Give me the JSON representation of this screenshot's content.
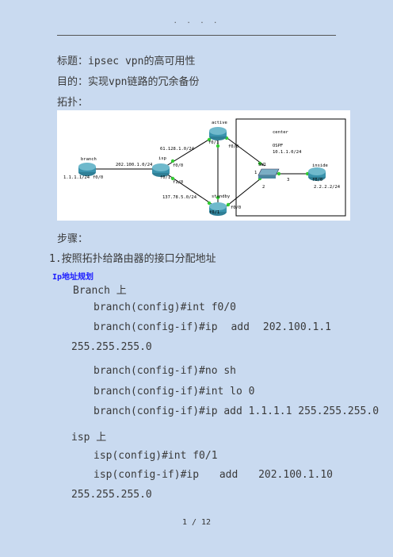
{
  "header": {
    "dots": ". . . ."
  },
  "title_line": "标题：ipsec vpn的高可用性",
  "purpose_line": "目的：实现vpn链路的冗余备份",
  "topology_label": "拓扑：",
  "diagram": {
    "nodes": {
      "branch": "branch",
      "isp": "isp",
      "active": "active",
      "standby": "standby",
      "sw1": "SW1",
      "inside": "inside",
      "center": "center"
    },
    "labels": {
      "branch_lo": "1.1.1.1/24",
      "branch_f00": "f0/0",
      "link_branch_isp": "202.100.1.0/24",
      "isp_f01": "f0/1",
      "isp_f00": "f0/0",
      "isp_f10": "f1/0",
      "link_isp_active": "61.128.1.0/24",
      "link_isp_standby": "137.78.5.0/24",
      "active_f01": "f0/1",
      "active_f00": "f0/0",
      "standby_f01": "f0/1",
      "standby_f00": "f0/0",
      "ospf": "OSPF",
      "ospf_net": "10.1.1.0/24",
      "sw_p1": "1",
      "sw_p2": "2",
      "sw_p3": "3",
      "inside_f00": "f0/0",
      "inside_lo": "2.2.2.2/24"
    }
  },
  "steps_label": "步骤：",
  "step1": "1.按照拓扑给路由器的接口分配地址",
  "subheading": "Ip地址规划",
  "branch_on": "Branch 上",
  "cmds": {
    "c1": "branch(config)#int f0/0",
    "c2a": "branch(config-if)#ip",
    "c2b": "add",
    "c2c": "202.100.1.1",
    "c2cont": "255.255.255.0",
    "c3": "branch(config-if)#no sh",
    "c4": "branch(config-if)#int lo 0",
    "c5": "branch(config-if)#ip add 1.1.1.1 255.255.255.0",
    "isp_on": "isp 上",
    "c6": "isp(config)#int f0/1",
    "c7a": "isp(config-if)#ip",
    "c7b": "add",
    "c7c": "202.100.1.10",
    "c7cont": "255.255.255.0"
  },
  "footer": "1 / 12"
}
